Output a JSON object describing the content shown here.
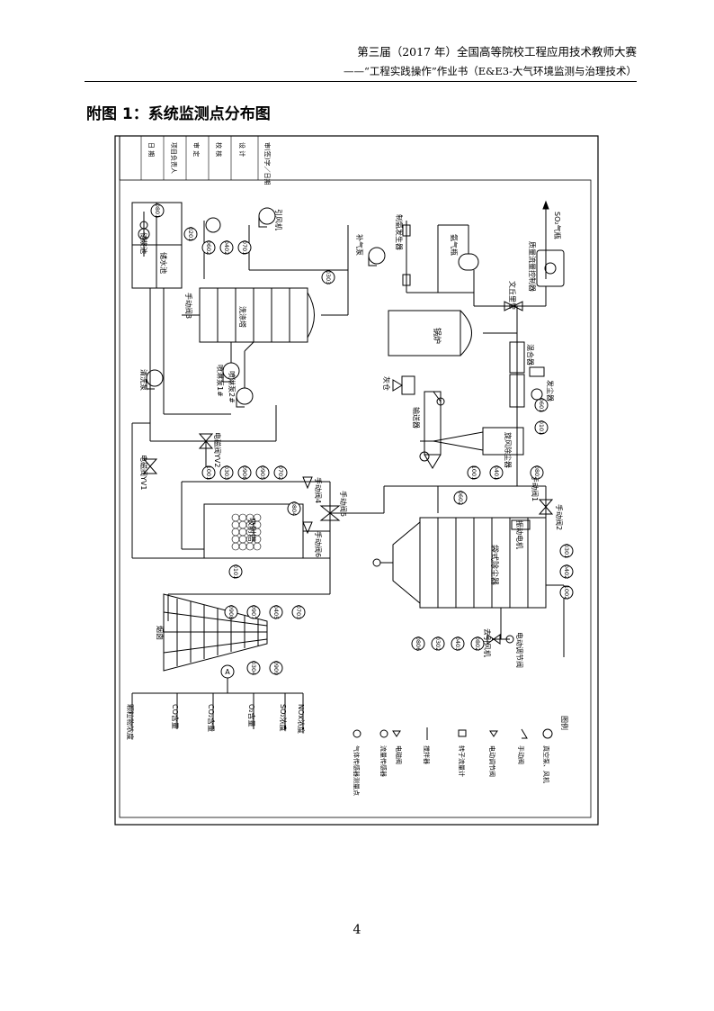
{
  "header": {
    "line1": "第三届（2017 年）全国高等院校工程应用技术教师大赛",
    "line2": "——“工程实践操作”作业书（E&E3-大气环境监测与治理技术）"
  },
  "figure_title": "附图 1：系统监测点分布图",
  "page_number": "4",
  "title_block": [
    "审(签)字／日期",
    "设  计",
    "校  核",
    "审  定",
    "项目负责人",
    "日  期"
  ],
  "equipment": {
    "so2_gas": "SO₂气瓶",
    "mass_flow": "质量流量控制器",
    "venturi": "文丘里管",
    "ammonia_gen": "制氨发生器",
    "ammonia_bottle": "氨气瓶",
    "fan_top_left": "补气泵",
    "boiler": "锅炉",
    "mixer_right": "混合器",
    "dust_feeder": "发尘器",
    "ash_bin": "灰仓",
    "screw_conveyor": "输送器",
    "cyclone": "旋风除尘器",
    "bag_filter": "袋式除尘器",
    "vibrator": "振动电机",
    "induced_fan_top": "引风机",
    "scrubber": "洗涤塔",
    "spray_pump1": "喷淋泵1#",
    "spray_pump2": "喷淋泵2#",
    "slurry_tank": "储浆池",
    "water_tank": "储水池",
    "clean_pump": "清洗泵",
    "absorber": "吸附塔",
    "chimney": "烟囱",
    "induced_fan_bottom": "去引风机",
    "elec_valve": "电动调节阀",
    "solenoid_v2": "电磁阀YV2",
    "solenoid_v1": "电磁阀YV1",
    "manual_valve1": "手动阀1",
    "manual_valve2": "手动阀2",
    "manual_valve3": "手动阀3",
    "manual_valve4": "手动阀4",
    "manual_valve5": "手动阀5",
    "manual_valve6": "手动阀6"
  },
  "points": {
    "p0801": "0801",
    "p0601": "0601",
    "p0201": "0201",
    "p0303": "0303",
    "p0101": "0101",
    "p0401": "0401",
    "p0602": "0602",
    "p0301": "0301",
    "p0402": "0402",
    "p1002": "1002",
    "p0806": "0806",
    "p0302": "0302",
    "p0403": "0403",
    "p0802": "0802",
    "p0803": "0803",
    "p0404": "0404",
    "p0701": "0701",
    "p0309": "0309",
    "p0804": "0804",
    "p0906": "0906",
    "p0905": "0905",
    "p0702": "0702",
    "p0908": "0908",
    "p0907": "0907",
    "p0405": "0405",
    "p0703": "0703",
    "p0904": "0904",
    "p0909": "0909",
    "p1001": "1001",
    "p0903": "0903",
    "p0304": "0304"
  },
  "legend": {
    "title": "图例",
    "items": [
      "真空泵、风机",
      "手动阀",
      "电动调节阀",
      "转子流量计",
      "搅拌器",
      "电磁阀",
      "流量传感器",
      "气体传感器测量点"
    ]
  },
  "analyzer": {
    "items": [
      "NOx浓度",
      "SO₂浓度",
      "O₂含量",
      "CO₂含量",
      "CO含量",
      "颗粒物浓度"
    ],
    "marker": "A"
  }
}
